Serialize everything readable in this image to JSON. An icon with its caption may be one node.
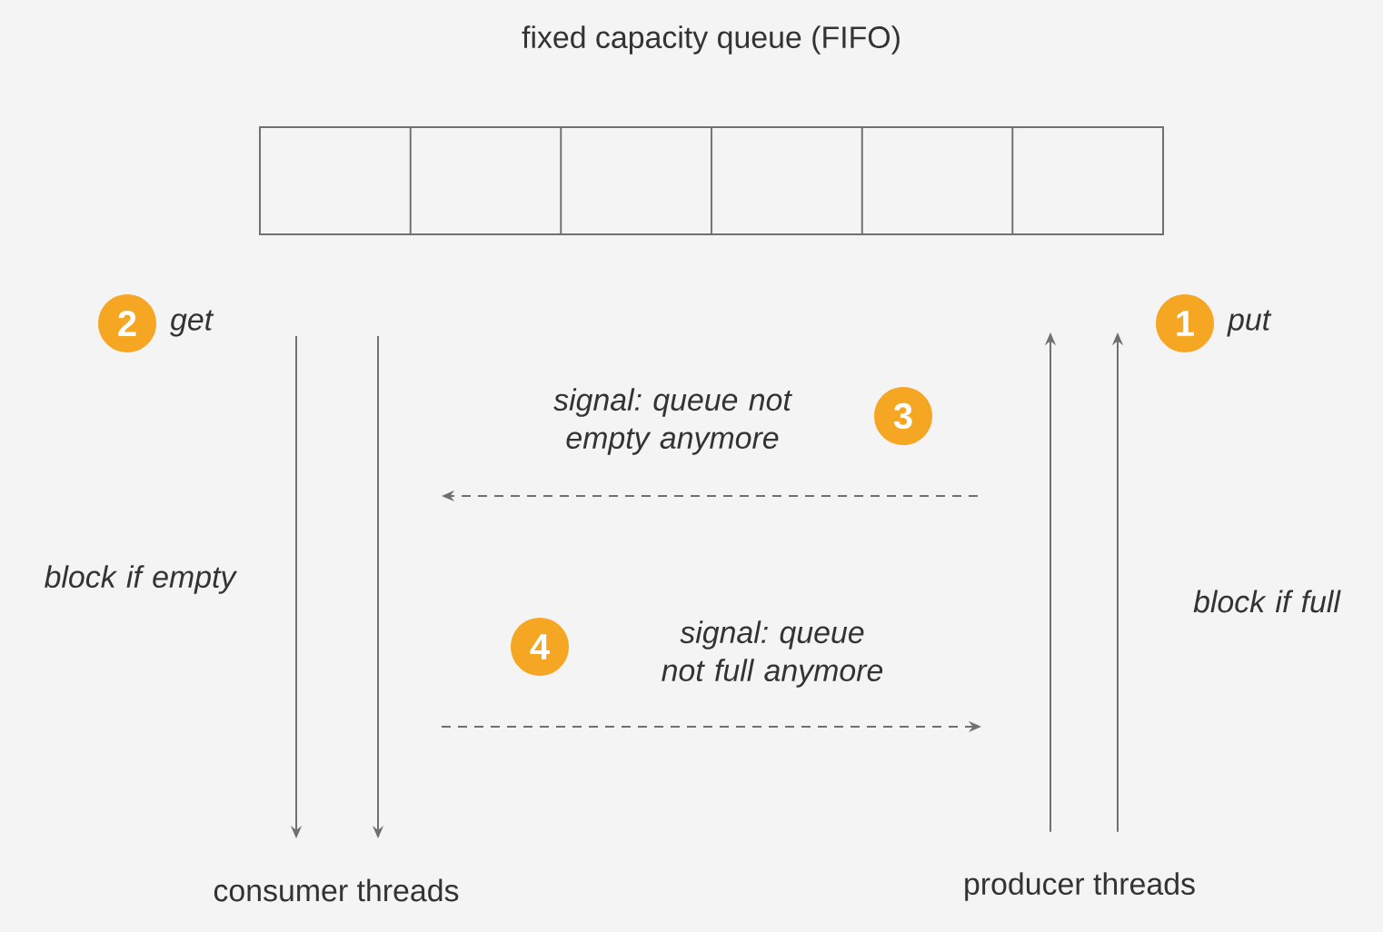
{
  "diagram": {
    "title": "fixed capacity queue (FIFO)",
    "nodes": [
      {
        "text": [],
        "shape": "box"
      },
      {
        "text": [],
        "shape": "box",
        "in": 0
      },
      {
        "text": [],
        "shape": "box",
        "in": 0
      },
      {
        "text": [],
        "shape": "box",
        "in": 0
      },
      {
        "text": [],
        "shape": "box",
        "in": 0
      },
      {
        "text": [],
        "shape": "box",
        "in": 0
      },
      {
        "text": [],
        "shape": "box",
        "in": 0
      },
      {
        "text": [
          "2"
        ],
        "beside": [
          "get"
        ]
      },
      {
        "text": [
          "1"
        ],
        "beside": [
          "put"
        ]
      },
      {
        "text": [
          "3"
        ]
      },
      {
        "text": [
          "4"
        ]
      },
      {
        "text": [
          "consumer threads"
        ]
      },
      {
        "text": [
          "producer threads"
        ]
      }
    ],
    "edges": [
      {
        "from": null,
        "to": 11,
        "arrow": "to"
      },
      {
        "from": null,
        "to": 11,
        "arrow": "to"
      },
      {
        "from": 12,
        "to": null,
        "arrow": "to"
      },
      {
        "from": 12,
        "to": null,
        "arrow": "to"
      }
    ],
    "labels": [
      "signal: queue not empty anymore",
      "block if empty",
      "signal: queue not full anymore",
      "block if full"
    ]
  }
}
